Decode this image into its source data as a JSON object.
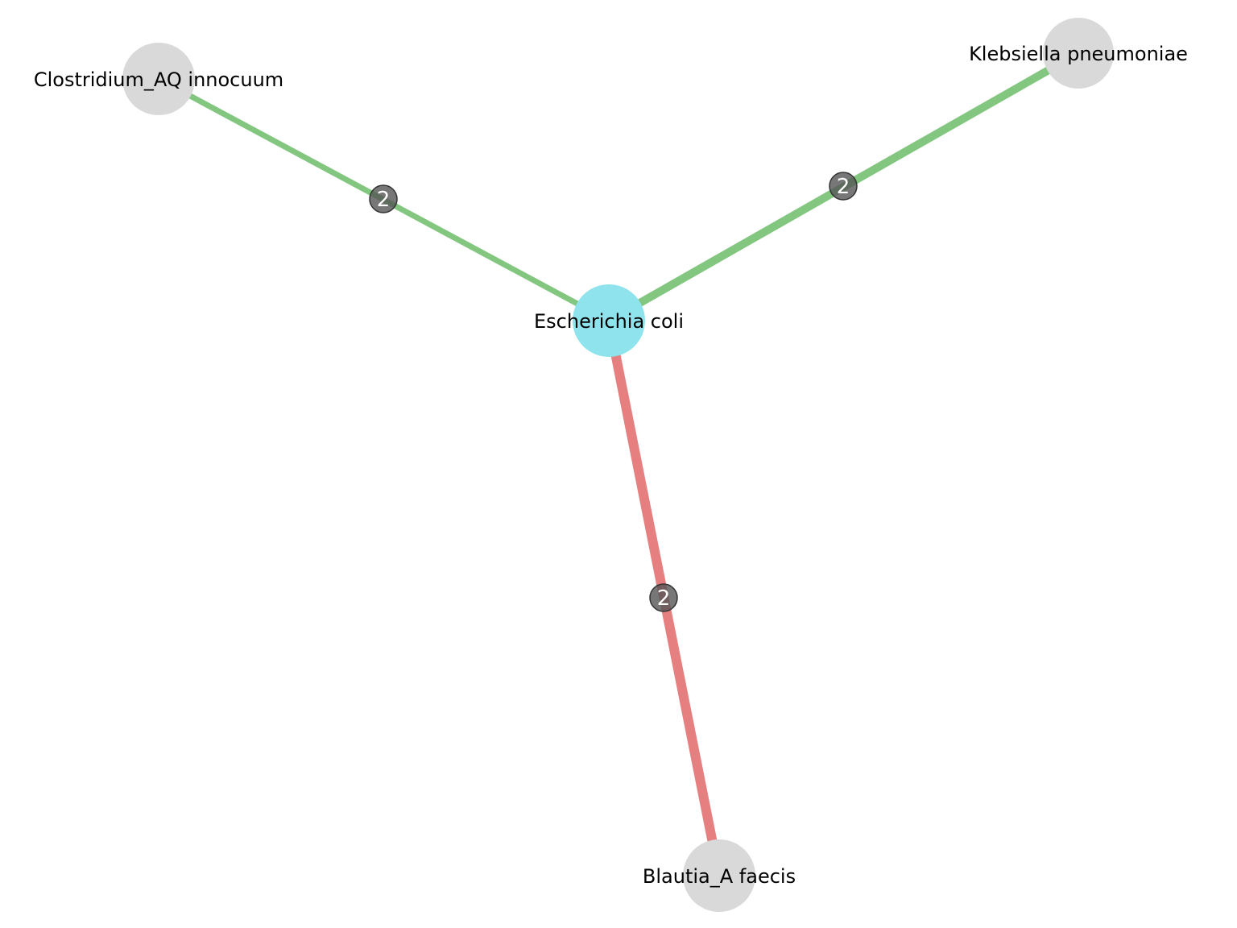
{
  "graph": {
    "nodes": [
      {
        "id": "escherichia-coli",
        "label": "Escherichia coli",
        "color": "#8fe3ec",
        "role": "center"
      },
      {
        "id": "clostridium",
        "label": "Clostridium_AQ innocuum",
        "color": "#d9d9d9",
        "role": "neighbor"
      },
      {
        "id": "klebsiella",
        "label": "Klebsiella pneumoniae",
        "color": "#d9d9d9",
        "role": "neighbor"
      },
      {
        "id": "blautia",
        "label": "Blautia_A faecis",
        "color": "#d9d9d9",
        "role": "neighbor"
      }
    ],
    "edges": [
      {
        "source": "escherichia-coli",
        "target": "clostridium",
        "weight_label": "2",
        "color": "#82c67f",
        "interaction": "positive"
      },
      {
        "source": "escherichia-coli",
        "target": "klebsiella",
        "weight_label": "2",
        "color": "#82c67f",
        "interaction": "positive"
      },
      {
        "source": "escherichia-coli",
        "target": "blautia",
        "weight_label": "2",
        "color": "#e57f80",
        "interaction": "negative"
      }
    ],
    "badge_color": "#555555"
  }
}
